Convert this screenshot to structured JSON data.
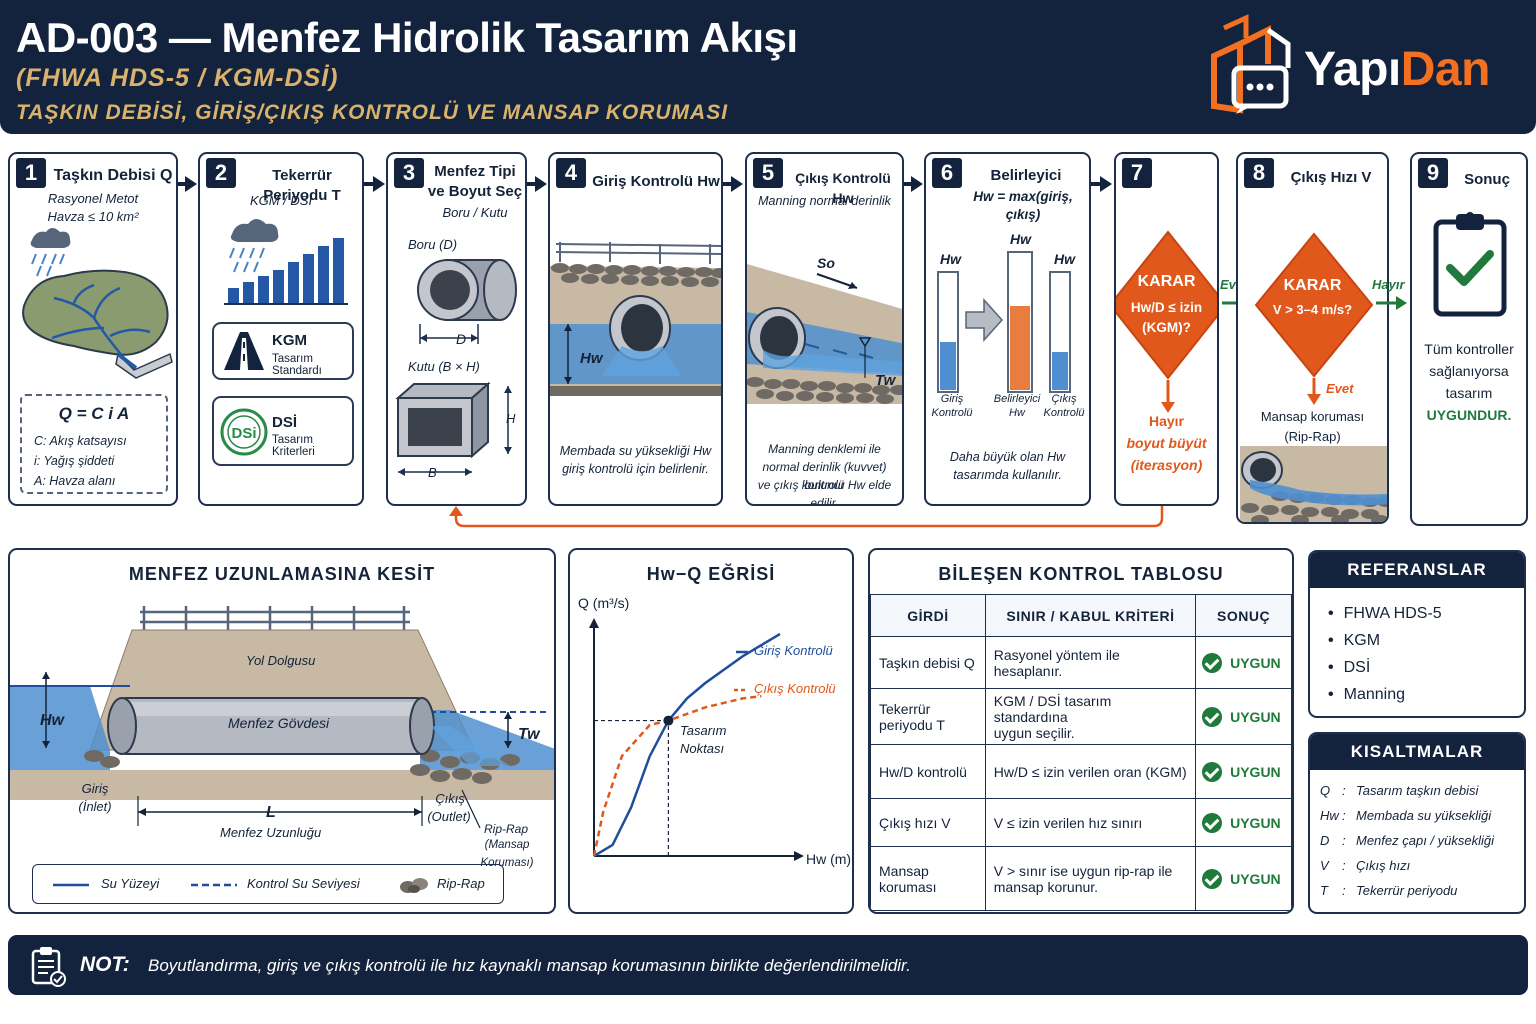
{
  "header": {
    "title": "AD-003 — Menfez Hidrolik Tasarım Akışı",
    "subtitle1": "(FHWA HDS-5 / KGM-DSİ)",
    "subtitle2": "TAŞKIN DEBİSİ, GİRİŞ/ÇIKIŞ KONTROLÜ VE MANSAP KORUMASI",
    "logo_part1": "Yapı",
    "logo_part2": "Dan"
  },
  "colors": {
    "navy": "#13233e",
    "orange": "#e0581b",
    "gold": "#d9b36b",
    "green": "#1f7a3c",
    "water": "#2f6fb5"
  },
  "steps": {
    "s1": {
      "num": "1",
      "title": "Taşkın Debisi Q",
      "sub1": "Rasyonel Metot",
      "sub2": "Havza ≤ 10 km²",
      "formula": "Q = C i A",
      "def_c": "C:  Akış katsayısı",
      "def_i": "i:   Yağış şiddeti",
      "def_a": "A:  Havza alanı"
    },
    "s2": {
      "num": "2",
      "title": "Tekerrür Periyodu T",
      "sub": "KGM / DSİ",
      "kgm_title": "KGM",
      "kgm_sub": "Tasarım Standardı",
      "dsi_title": "DSİ",
      "dsi_sub": "Tasarım Kriterleri",
      "dsi_logo": "DSi"
    },
    "s3": {
      "num": "3",
      "title1": "Menfez Tipi",
      "title2": "ve Boyut Seç",
      "sub": "Boru / Kutu",
      "pipe_label": "Boru (D)",
      "pipe_dim": "D",
      "box_label": "Kutu (B × H)",
      "box_h": "H",
      "box_b": "B"
    },
    "s4": {
      "num": "4",
      "title": "Giriş Kontrolü Hw",
      "hw_label": "Hw",
      "cap1": "Membada su yüksekliği Hw",
      "cap2": "giriş kontrolü için belirlenir."
    },
    "s5": {
      "num": "5",
      "title": "Çıkış Kontrolü Hw",
      "sub": "Manning normal derinlik",
      "slope": "So",
      "tw": "Tw",
      "cap1": "Manning denklemi ile",
      "cap2": "normal derinlik (kuvvet) bulunur",
      "cap3": "ve çıkış kontrolü Hw elde edilir."
    },
    "s6": {
      "num": "6",
      "title1": "Belirleyici",
      "title2": "Hw = max(giriş, çıkış)",
      "hw": "Hw",
      "tube1": "Giriş",
      "tube1b": "Kontrolü",
      "tube2": "Belirleyici",
      "tube2b": "Hw",
      "tube3": "Çıkış",
      "tube3b": "Kontrolü",
      "cap1": "Daha büyük olan Hw",
      "cap2": "tasarımda kullanılır."
    },
    "s7": {
      "num": "7",
      "karar": "KARAR",
      "cond1": "Hw/D ≤ izin",
      "cond2": "(KGM)?",
      "yes": "Evet",
      "no1": "Hayır",
      "no2": "boyut büyüt",
      "no3": "(iterasyon)"
    },
    "s8": {
      "num": "8",
      "title": "Çıkış Hızı V",
      "karar": "KARAR",
      "cond": "V > 3–4 m/s?",
      "no": "Hayır",
      "yes": "Evet",
      "cap1": "Mansap koruması",
      "cap2": "(Rip-Rap)"
    },
    "s9": {
      "num": "9",
      "title": "Sonuç",
      "cap1": "Tüm kontroller",
      "cap2": "sağlanıyorsa",
      "cap3": "tasarım",
      "cap4": "UYGUNDUR."
    }
  },
  "section": {
    "title": "MENFEZ UZUNLAMASINA KESİT",
    "embankment": "Yol Dolgusu",
    "body": "Menfez Gövdesi",
    "hw": "Hw",
    "tw": "Tw",
    "inlet1": "Giriş",
    "inlet2": "(İnlet)",
    "length": "L",
    "length_label": "Menfez Uzunluğu",
    "outlet1": "Çıkış",
    "outlet2": "(Outlet)",
    "riprap1": "Rip-Rap",
    "riprap2": "(Mansap Koruması)",
    "legend": {
      "water": "Su Yüzeyi",
      "control": "Kontrol Su Seviyesi",
      "riprap": "Rip-Rap"
    }
  },
  "chart_data": {
    "type": "line",
    "title": "Hw−Q EĞRİSİ",
    "xlabel": "Hw (m)",
    "ylabel": "Q (m³/s)",
    "series": [
      {
        "name": "Giriş Kontrolü",
        "style": "solid",
        "color": "#1f4e9c",
        "x": [
          0,
          0.1,
          0.2,
          0.3,
          0.4,
          0.5,
          0.6,
          0.7,
          0.8,
          0.9,
          1.0
        ],
        "y": [
          0,
          0.05,
          0.22,
          0.45,
          0.61,
          0.71,
          0.78,
          0.84,
          0.9,
          0.95,
          1.0
        ]
      },
      {
        "name": "Çıkış Kontrolü",
        "style": "dashed",
        "color": "#e0581b",
        "x": [
          0,
          0.05,
          0.15,
          0.3,
          0.4,
          0.5,
          0.6,
          0.7,
          0.8,
          0.9
        ],
        "y": [
          0,
          0.2,
          0.45,
          0.59,
          0.61,
          0.64,
          0.67,
          0.69,
          0.71,
          0.72
        ]
      }
    ],
    "intersection": {
      "x": 0.4,
      "y": 0.61,
      "label1": "Tasarım",
      "label2": "Noktası"
    }
  },
  "table": {
    "title": "BİLEŞEN KONTROL TABLOSU",
    "headers": [
      "GİRDİ",
      "SINIR / KABUL KRİTERİ",
      "SONUÇ"
    ],
    "rows": [
      {
        "input": "Taşkın debisi Q",
        "criteria1": "Rasyonel yöntem ile hesaplanır.",
        "criteria2": "",
        "result": "UYGUN"
      },
      {
        "input": "Tekerrür periyodu T",
        "criteria1": "KGM / DSİ  tasarım standardına",
        "criteria2": "uygun seçilir.",
        "result": "UYGUN"
      },
      {
        "input": "Hw/D kontrolü",
        "criteria1": "Hw/D ≤ izin verilen oran (KGM)",
        "criteria2": "",
        "result": "UYGUN"
      },
      {
        "input": "Çıkış hızı V",
        "criteria1": "V ≤ izin verilen hız sınırı",
        "criteria2": "",
        "result": "UYGUN"
      },
      {
        "input": "Mansap koruması",
        "criteria1": "V >  sınır ise uygun rip-rap ile",
        "criteria2": "mansap korunur.",
        "result": "UYGUN"
      }
    ]
  },
  "references": {
    "title": "REFERANSLAR",
    "items": [
      "FHWA HDS-5",
      "KGM",
      "DSİ",
      "Manning"
    ]
  },
  "abbreviations": {
    "title": "KISALTMALAR",
    "items": [
      {
        "key": "Q",
        "value": "Tasarım taşkın debisi"
      },
      {
        "key": "Hw",
        "value": "Membada su yüksekliği"
      },
      {
        "key": "D",
        "value": "Menfez çapı / yüksekliği"
      },
      {
        "key": "V",
        "value": "Çıkış hızı"
      },
      {
        "key": "T",
        "value": "Tekerrür periyodu"
      }
    ]
  },
  "note": {
    "label": "NOT:",
    "text": "Boyutlandırma, giriş ve çıkış kontrolü ile hız kaynaklı mansap korumasının birlikte değerlendirilmelidir."
  }
}
